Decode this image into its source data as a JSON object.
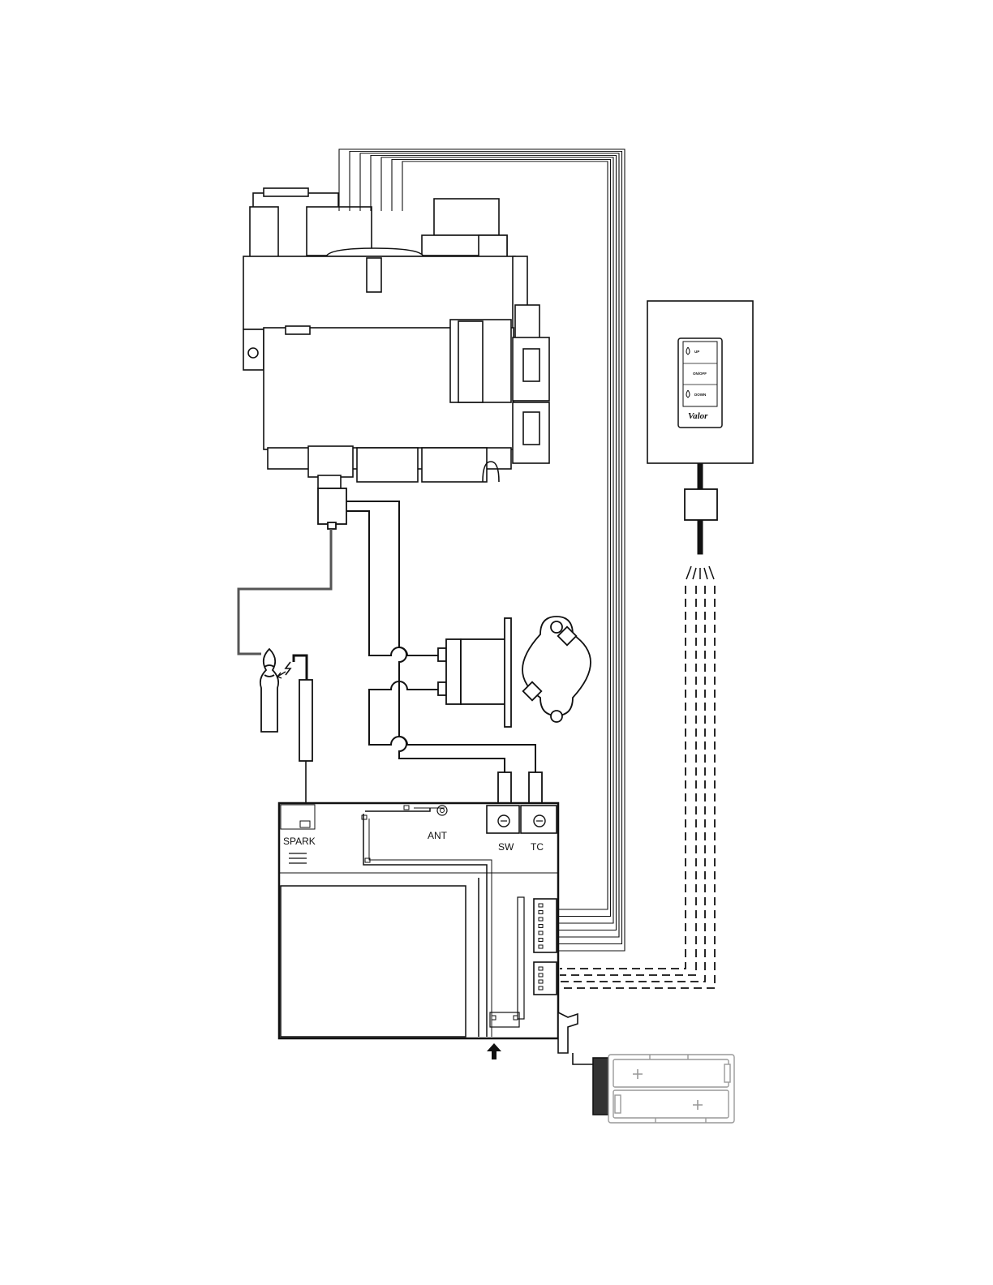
{
  "labels": {
    "spark": "SPARK",
    "ant": "ANT",
    "sw": "SW",
    "tc": "TC"
  },
  "wall_switch": {
    "up": "UP",
    "on_off": "ON/OFF",
    "down": "DOWN",
    "brand": "Valor"
  },
  "colors": {
    "line": "#111111",
    "pilot_wire": "#555555",
    "battery_cap": "#333333",
    "battery_outline": "#999999"
  }
}
